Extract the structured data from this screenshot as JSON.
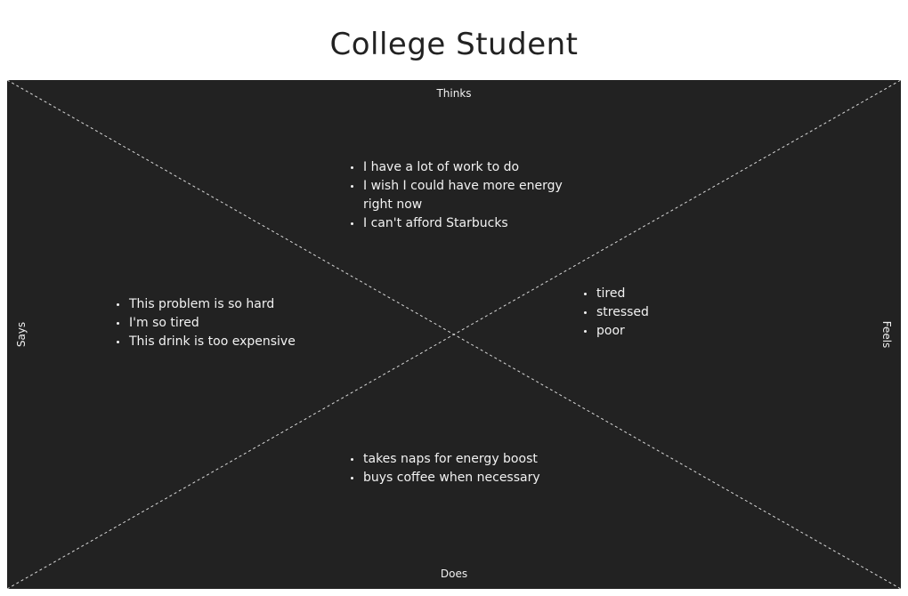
{
  "title": "College Student",
  "colors": {
    "background": "#ffffff",
    "panel": "#222222",
    "text": "#f2f2f2",
    "title_text": "#222222",
    "divider": "#d9d9d9"
  },
  "quadrants": {
    "thinks": {
      "label": "Thinks",
      "items": [
        "I have a lot of work to do",
        "I wish I could have more energy right now",
        "I can't afford Starbucks"
      ]
    },
    "says": {
      "label": "Says",
      "items": [
        "This problem is so hard",
        "I'm so tired",
        "This drink is too expensive"
      ]
    },
    "feels": {
      "label": "Feels",
      "items": [
        "tired",
        "stressed",
        "poor"
      ]
    },
    "does": {
      "label": "Does",
      "items": [
        "takes naps for energy boost",
        "buys coffee when necessary"
      ]
    }
  }
}
